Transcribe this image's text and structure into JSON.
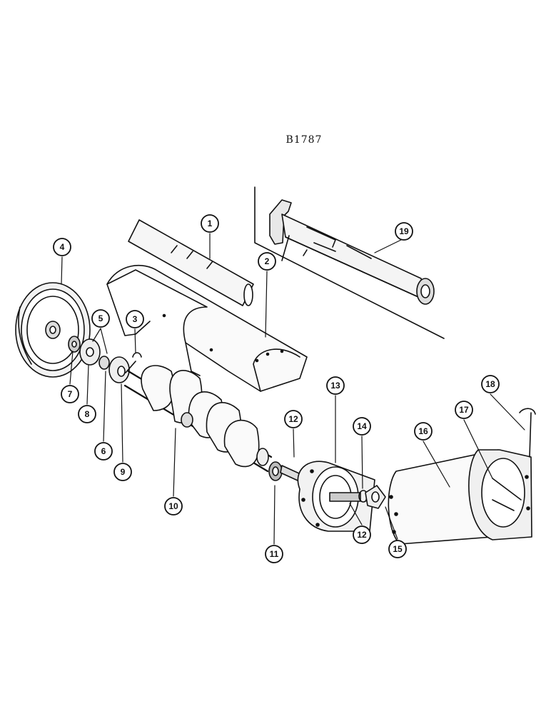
{
  "diagram": {
    "figure_id": "B1787",
    "callouts": [
      "1",
      "2",
      "3",
      "4",
      "5",
      "6",
      "7",
      "8",
      "9",
      "10",
      "11",
      "12",
      "13",
      "14",
      "15",
      "16",
      "17",
      "18",
      "19",
      "12"
    ]
  },
  "colors": {
    "ink": "#111111",
    "paper": "#ffffff",
    "shade": "#cfcfcf"
  }
}
